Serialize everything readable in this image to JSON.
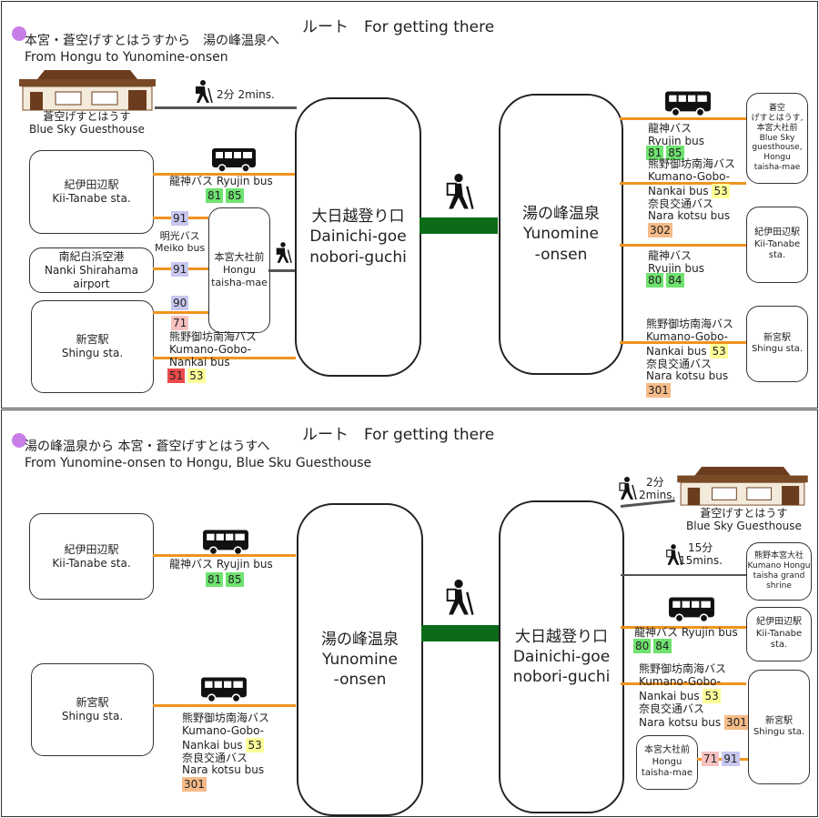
{
  "top": {
    "title": "ルート　For getting there",
    "subtitle_jp": "本宮・蒼空げすとはうすから　湯の峰温泉へ",
    "subtitle_en": "From Hongu to Yunomine-onsen",
    "guesthouse_jp": "蒼空げすとはうす",
    "guesthouse_en": "Blue Sky Guesthouse",
    "walk_time": "2分 2mins.",
    "kii_tanabe_jp": "紀伊田辺駅",
    "kii_tanabe_en": "Kii-Tanabe sta.",
    "nanki_jp": "南紀白浜空港",
    "nanki_en1": "Nanki Shirahama",
    "nanki_en2": "airport",
    "shingu_jp": "新宮駅",
    "shingu_en": "Shingu sta.",
    "hongu_jp": "本宮大社前",
    "hongu_en1": "Hongu",
    "hongu_en2": "taisha-mae",
    "ryujin_bus": "龍神バス Ryujin bus",
    "ryujin_tags": [
      "81",
      "85"
    ],
    "meiko_jp": "明光バス",
    "meiko_en": "Meiko bus",
    "tag_91a": "91",
    "tag_91b": "91",
    "tag_90": "90",
    "tag_71": "71",
    "kumano_l1": "熊野御坊南海バス",
    "kumano_l2": "Kumano-Gobo-",
    "kumano_l3": "Nankai bus",
    "kumano_tags": [
      "51",
      "53"
    ],
    "dainichi_jp": "大日越登り口",
    "dainichi_en1": "Dainichi-goe",
    "dainichi_en2": "nobori-guchi",
    "yunomine_jp": "湯の峰温泉",
    "yunomine_en1": "Yunomine",
    "yunomine_en2": "-onsen",
    "r_ryujin_jp": "龍神バス",
    "r_ryujin_en": "Ryujin bus",
    "r_tags1": [
      "81",
      "85"
    ],
    "r_kumano_l1": "熊野御坊南海バス",
    "r_kumano_l2": "Kumano-Gobo-",
    "r_kumano_l3": "Nankai bus",
    "r_tag53a": "53",
    "r_nara_jp": "奈良交通バス",
    "r_nara_en": "Nara kotsu bus",
    "r_tag302": "302",
    "r_ryujin2_jp": "龍神バス",
    "r_ryujin2_en": "Ryujin bus",
    "r_tags2": [
      "80",
      "84"
    ],
    "r_kumano2_l1": "熊野御坊南海バス",
    "r_kumano2_l2": "Kumano-Gobo-",
    "r_kumano2_l3": "Nankai bus",
    "r_tag53b": "53",
    "r_nara2_jp": "奈良交通バス",
    "r_nara2_en": "Nara kotsu bus",
    "r_tag301": "301",
    "rb1": [
      "蒼空",
      "げすとはうす,",
      "本宮大社前",
      "Blue Sky",
      "guesthouse,",
      "Hongu",
      "taisha-mae"
    ],
    "rb2": [
      "紀伊田辺駅",
      "Kii-Tanabe",
      "sta."
    ],
    "rb3": [
      "新宮駅",
      "Shingu sta."
    ]
  },
  "bottom": {
    "title": "ルート　For getting there",
    "subtitle_jp": "湯の峰温泉から 本宮・蒼空げすとはうすへ",
    "subtitle_en": "From Yunomine-onsen to Hongu, Blue Sku Guesthouse",
    "kii_tanabe_jp": "紀伊田辺駅",
    "kii_tanabe_en": "Kii-Tanabe sta.",
    "shingu_jp": "新宮駅",
    "shingu_en": "Shingu sta.",
    "ryujin_bus": "龍神バス Ryujin bus",
    "ryujin_tags": [
      "81",
      "85"
    ],
    "kumano_l1": "熊野御坊南海バス",
    "kumano_l2": "Kumano-Gobo-",
    "kumano_l3": "Nankai bus",
    "tag53": "53",
    "nara_jp": "奈良交通バス",
    "nara_en": "Nara kotsu bus",
    "tag301": "301",
    "yunomine_jp": "湯の峰温泉",
    "yunomine_en1": "Yunomine",
    "yunomine_en2": "-onsen",
    "dainichi_jp": "大日越登り口",
    "dainichi_en1": "Dainichi-goe",
    "dainichi_en2": "nobori-guchi",
    "walk1_a": "2分",
    "walk1_b": "2mins.",
    "guesthouse_jp": "蒼空げすとはうす",
    "guesthouse_en": "Blue Sky Guesthouse",
    "walk2_a": "15分",
    "walk2_b": "15mins.",
    "shrine": [
      "熊野本宮大社",
      "Kumano Hongu",
      "taisha grand",
      "shrine"
    ],
    "r_ryujin": "龍神バス Ryujin bus",
    "r_tags": [
      "80",
      "84"
    ],
    "r_kii": [
      "紀伊田辺駅",
      "Kii-Tanabe",
      "sta."
    ],
    "r_kumano_l1": "熊野御坊南海バス",
    "r_kumano_l2": "Kumano-Gobo-",
    "r_kumano_l3": "Nankai bus",
    "r_tag53": "53",
    "r_nara_jp": "奈良交通バス",
    "r_nara_en": "Nara kotsu bus",
    "r_tag301": "301",
    "r_shingu": [
      "新宮駅",
      "Shingu sta."
    ],
    "hongu": [
      "本宮大社前",
      "Hongu",
      "taisha-mae"
    ],
    "tag71": "71",
    "tag91": "91"
  }
}
